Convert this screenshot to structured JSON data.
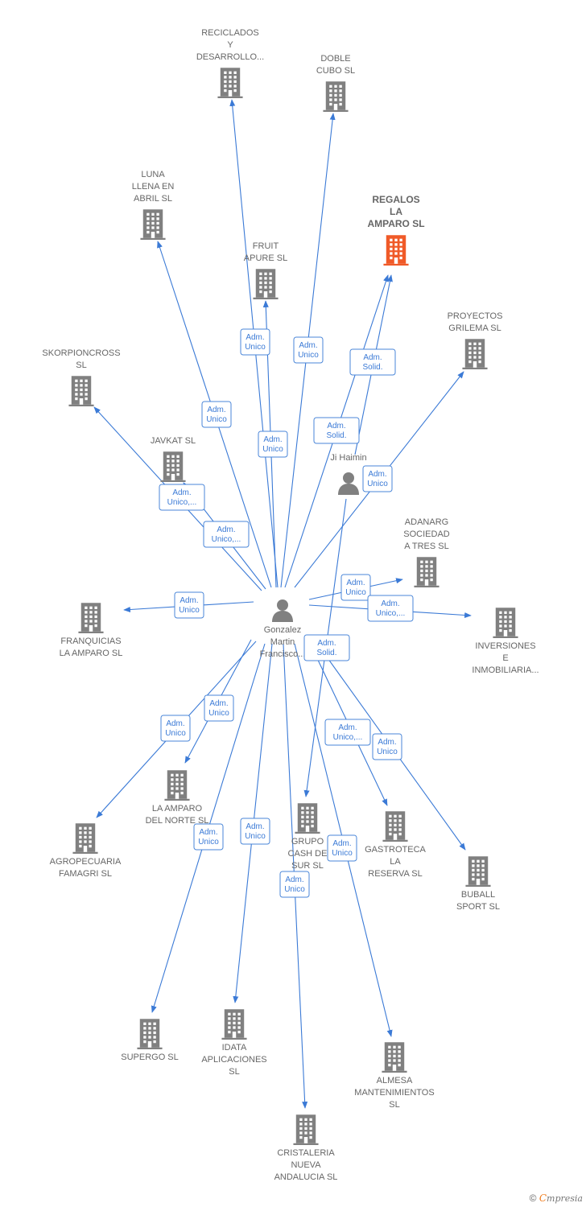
{
  "colors": {
    "company": "#808080",
    "highlight": "#f05a28",
    "edge": "#3b7ad6",
    "person": "#808080"
  },
  "nodes": [
    {
      "id": "gonzalez",
      "kind": "person",
      "lines": [
        "Gonzalez",
        "Martin",
        "Francisco..."
      ]
    },
    {
      "id": "haimin",
      "kind": "person",
      "lines": [
        "Ji Haimin"
      ]
    },
    {
      "id": "regalos",
      "kind": "company",
      "highlight": true,
      "lines": [
        "REGALOS",
        "LA",
        "AMPARO  SL"
      ]
    },
    {
      "id": "reciclados",
      "kind": "company",
      "lines": [
        "RECICLADOS",
        "Y",
        "DESARROLLO..."
      ]
    },
    {
      "id": "doble",
      "kind": "company",
      "lines": [
        "DOBLE",
        "CUBO  SL"
      ]
    },
    {
      "id": "luna",
      "kind": "company",
      "lines": [
        "LUNA",
        "LLENA EN",
        "ABRIL  SL"
      ]
    },
    {
      "id": "fruit",
      "kind": "company",
      "lines": [
        "FRUIT",
        "APURE SL"
      ]
    },
    {
      "id": "proyectos",
      "kind": "company",
      "lines": [
        "PROYECTOS",
        "GRILEMA  SL"
      ]
    },
    {
      "id": "skorpion",
      "kind": "company",
      "lines": [
        "SKORPIONCROSS",
        "SL"
      ]
    },
    {
      "id": "javkat",
      "kind": "company",
      "lines": [
        "JAVKAT SL"
      ]
    },
    {
      "id": "adanarg",
      "kind": "company",
      "lines": [
        "ADANARG",
        "SOCIEDAD",
        "A TRES SL"
      ]
    },
    {
      "id": "franquicias",
      "kind": "company",
      "lines": [
        "FRANQUICIAS",
        "LA AMPARO  SL"
      ]
    },
    {
      "id": "inversiones",
      "kind": "company",
      "lines": [
        "INVERSIONES",
        "E",
        "INMOBILIARIA..."
      ]
    },
    {
      "id": "laamparo",
      "kind": "company",
      "lines": [
        "LA AMPARO",
        "DEL NORTE  SL"
      ]
    },
    {
      "id": "agropecuaria",
      "kind": "company",
      "lines": [
        "AGROPECUARIA",
        "FAMAGRI  SL"
      ]
    },
    {
      "id": "grupo",
      "kind": "company",
      "lines": [
        "GRUPO",
        "CASH DE",
        "SUR  SL"
      ]
    },
    {
      "id": "gastroteca",
      "kind": "company",
      "lines": [
        "GASTROTECA",
        "LA",
        "RESERVA  SL"
      ]
    },
    {
      "id": "buball",
      "kind": "company",
      "lines": [
        "BUBALL",
        "SPORT  SL"
      ]
    },
    {
      "id": "supergo",
      "kind": "company",
      "lines": [
        "SUPERGO  SL"
      ]
    },
    {
      "id": "idata",
      "kind": "company",
      "lines": [
        "IDATA",
        "APLICACIONES",
        "SL"
      ]
    },
    {
      "id": "almesa",
      "kind": "company",
      "lines": [
        "ALMESA",
        "MANTENIMIENTOS",
        "SL"
      ]
    },
    {
      "id": "cristaleria",
      "kind": "company",
      "lines": [
        "CRISTALERIA",
        "NUEVA",
        "ANDALUCIA  SL"
      ]
    }
  ],
  "edges": [
    {
      "from": "gonzalez",
      "to": "reciclados",
      "label": [
        "Adm.",
        "Unico"
      ]
    },
    {
      "from": "gonzalez",
      "to": "doble",
      "label": [
        "Adm.",
        "Unico"
      ]
    },
    {
      "from": "gonzalez",
      "to": "luna",
      "label": [
        "Adm.",
        "Unico"
      ]
    },
    {
      "from": "gonzalez",
      "to": "fruit",
      "label": [
        "Adm.",
        "Unico"
      ]
    },
    {
      "from": "gonzalez",
      "to": "regalos",
      "label": [
        "Adm.",
        "Solid."
      ]
    },
    {
      "from": "haimin",
      "to": "regalos",
      "label": [
        "Adm.",
        "Solid."
      ]
    },
    {
      "from": "gonzalez",
      "to": "proyectos",
      "label": [
        "Adm.",
        "Unico"
      ]
    },
    {
      "from": "gonzalez",
      "to": "skorpion",
      "label": [
        "Adm.",
        "Unico,..."
      ]
    },
    {
      "from": "gonzalez",
      "to": "javkat",
      "label": [
        "Adm.",
        "Unico,..."
      ]
    },
    {
      "from": "gonzalez",
      "to": "adanarg",
      "label": [
        "Adm.",
        "Unico"
      ]
    },
    {
      "from": "gonzalez",
      "to": "franquicias",
      "label": [
        "Adm.",
        "Unico"
      ]
    },
    {
      "from": "gonzalez",
      "to": "inversiones",
      "label": [
        "Adm.",
        "Unico,..."
      ]
    },
    {
      "from": "haimin",
      "to": "grupo",
      "label": [
        "Adm.",
        "Solid."
      ]
    },
    {
      "from": "gonzalez",
      "to": "laamparo",
      "label": [
        "Adm.",
        "Unico"
      ]
    },
    {
      "from": "gonzalez",
      "to": "agropecuaria",
      "label": [
        "Adm.",
        "Unico"
      ]
    },
    {
      "from": "gonzalez",
      "to": "gastroteca",
      "label": [
        "Adm.",
        "Unico,..."
      ]
    },
    {
      "from": "gonzalez",
      "to": "buball",
      "label": [
        "Adm.",
        "Unico"
      ]
    },
    {
      "from": "gonzalez",
      "to": "supergo",
      "label": [
        "Adm.",
        "Unico"
      ]
    },
    {
      "from": "gonzalez",
      "to": "idata",
      "label": [
        "Adm.",
        "Unico"
      ]
    },
    {
      "from": "gonzalez",
      "to": "almesa",
      "label": [
        "Adm.",
        "Unico"
      ]
    },
    {
      "from": "gonzalez",
      "to": "cristaleria",
      "label": [
        "Adm.",
        "Unico"
      ]
    }
  ],
  "footer": {
    "copyright": "©",
    "brand_initial": "C",
    "brand_rest": "mpresia"
  }
}
